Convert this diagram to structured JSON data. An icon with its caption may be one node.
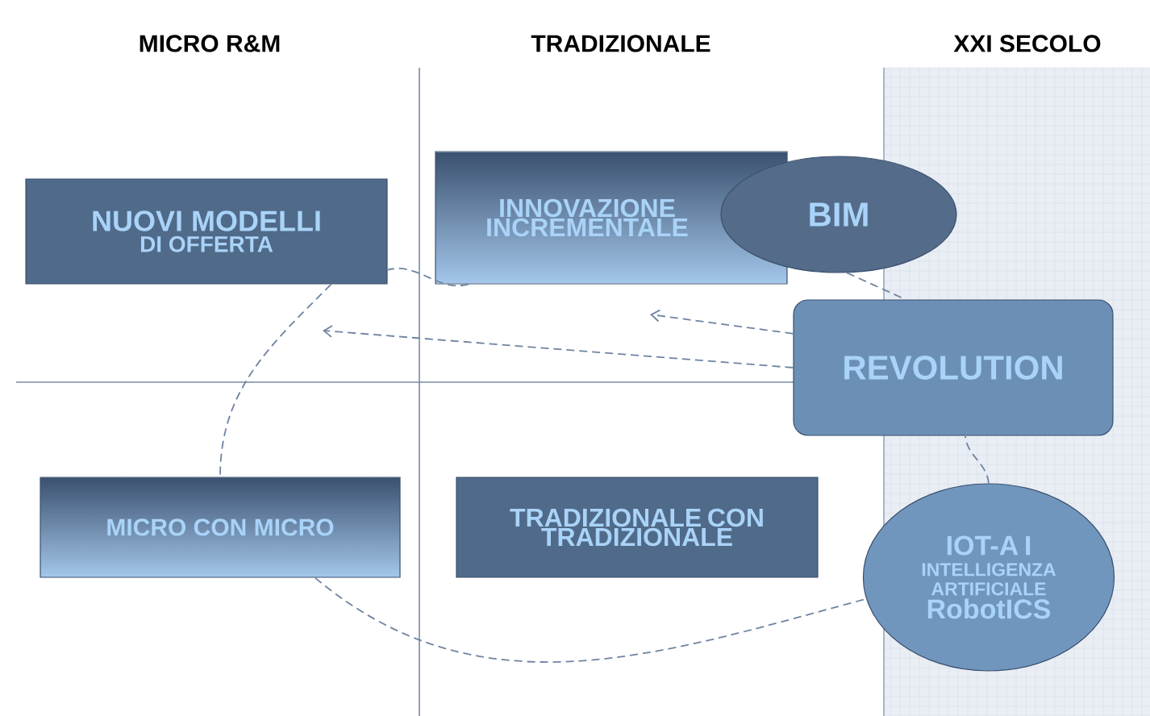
{
  "diagram": {
    "nodes": [
      {
        "text": [
          "NUOVI MODELLI",
          "DI OFFERTA"
        ]
      },
      {
        "text": [
          "INNOVAZIONE INCREMENTALE"
        ]
      },
      {
        "text": [
          "BIM"
        ]
      },
      {
        "text": [
          "REVOLUTION"
        ]
      },
      {
        "text": [
          "MICRO CON MICRO"
        ]
      },
      {
        "text": [
          "TRADIZIONALE CON TRADIZIONALE"
        ]
      },
      {
        "text": [
          "IOT-A I",
          "INTELLIGENZA ARTIFICIALE",
          "RobotICS"
        ]
      }
    ],
    "edges": [
      {
        "from": 3,
        "to": null,
        "arrow": "to",
        "style": "dashed"
      },
      {
        "from": 3,
        "to": null,
        "arrow": "to",
        "style": "dashed"
      },
      {
        "from": 2,
        "to": 3,
        "arrow": "none",
        "style": "dashed"
      },
      {
        "from": 1,
        "to": 0,
        "arrow": "none",
        "style": "dashed"
      },
      {
        "from": 0,
        "to": 4,
        "arrow": "none",
        "style": "dashed"
      },
      {
        "from": 4,
        "to": 6,
        "arrow": "none",
        "style": "dashed"
      },
      {
        "from": 6,
        "to": 3,
        "arrow": "none",
        "style": "dashed"
      }
    ],
    "labels": [
      "MICRO R&M",
      "TRADIZIONALE",
      "XXI SECOLO"
    ]
  }
}
